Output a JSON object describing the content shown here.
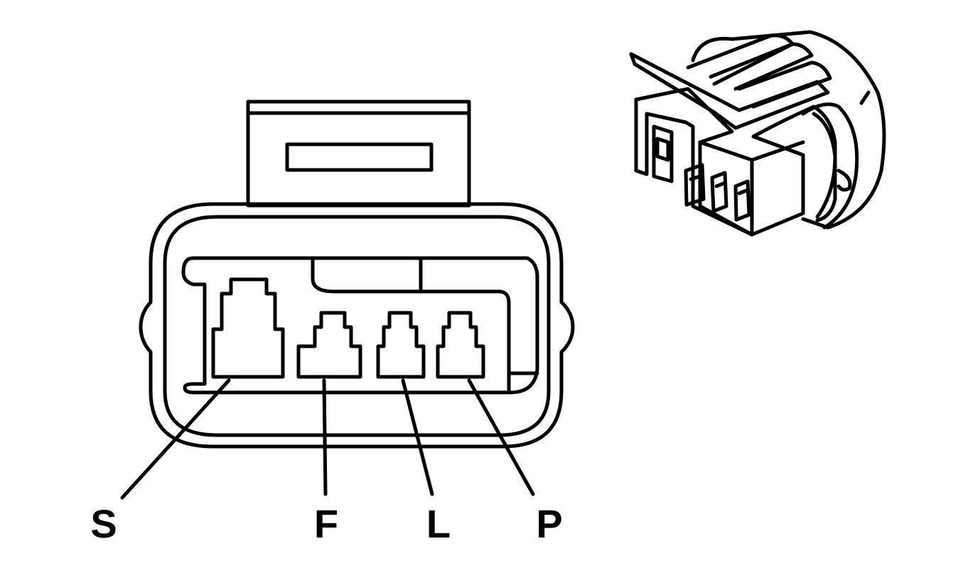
{
  "diagram": {
    "stroke_color": "#000000",
    "background_color": "#ffffff",
    "pins": [
      {
        "id": "s",
        "label": "S"
      },
      {
        "id": "f",
        "label": "F"
      },
      {
        "id": "l",
        "label": "L"
      },
      {
        "id": "p",
        "label": "P"
      }
    ]
  }
}
